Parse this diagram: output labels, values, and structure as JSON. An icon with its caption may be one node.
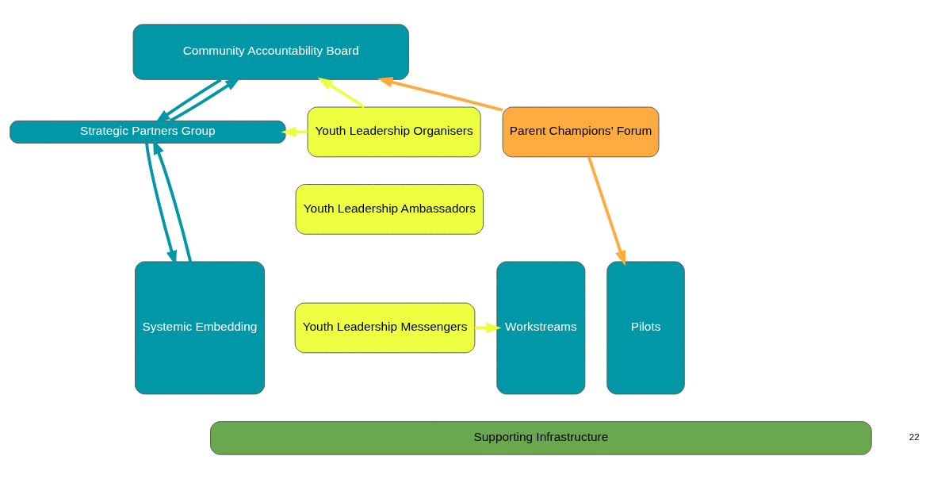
{
  "diagram": {
    "nodes": [
      {
        "text": [
          "Community Accountability Board"
        ]
      },
      {
        "text": [
          "Strategic Partners Group"
        ]
      },
      {
        "text": [
          "Youth Leadership Organisers"
        ]
      },
      {
        "text": [
          "Youth Leadership Ambassadors"
        ]
      },
      {
        "text": [
          "Youth Leadership Messengers"
        ]
      },
      {
        "text": [
          "Workstreams"
        ]
      },
      {
        "text": [
          "Systemic Embedding"
        ]
      },
      {
        "text": [
          "Pilots"
        ]
      },
      {
        "text": [
          "Parent Champions’ Forum"
        ]
      },
      {
        "text": [
          "Supporting Infrastructure"
        ]
      }
    ],
    "edges": [
      {
        "from": 0,
        "to": 1,
        "arrow": "to"
      },
      {
        "from": 1,
        "to": 0,
        "arrow": "to"
      },
      {
        "from": 1,
        "to": 6,
        "arrow": "to"
      },
      {
        "from": 6,
        "to": 1,
        "arrow": "to"
      },
      {
        "from": 2,
        "to": 0,
        "arrow": "to",
        "color": "#eeff41"
      },
      {
        "from": 2,
        "to": 1,
        "arrow": "to",
        "color": "#eeff41"
      },
      {
        "from": 4,
        "to": 5,
        "arrow": "to",
        "color": "#eeff41"
      },
      {
        "from": 8,
        "to": 7,
        "arrow": "to",
        "color": "#ffab40"
      },
      {
        "from": 8,
        "to": 0,
        "arrow": "to",
        "color": "#ffab40"
      }
    ],
    "labels": [
      "22"
    ]
  }
}
